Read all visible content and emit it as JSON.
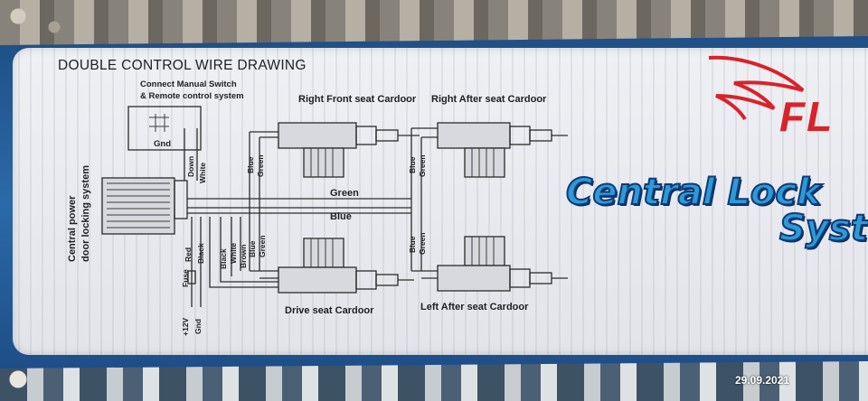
{
  "diagram": {
    "title": "DOUBLE CONTROL WIRE DRAWING",
    "switch_note_line1": "Connect Manual Switch",
    "switch_note_line2": "& Remote control system",
    "gnd_label": "Gnd",
    "controller_label_line1": "Central power",
    "controller_label_line2": "door locking system",
    "front_right_label": "Right Front seat Cardoor",
    "rear_right_label": "Right After seat Cardoor",
    "driver_label": "Drive seat Cardoor",
    "rear_left_label": "Left After seat Cardoor",
    "bus_green": "Green",
    "bus_blue": "Blue",
    "wire_colors": {
      "down": "Down",
      "white": "White",
      "blue": "Blue",
      "green": "Green",
      "red": "Red",
      "black": "Black",
      "brown": "Brown"
    },
    "fuse_label": "Fuse",
    "power_plus": "+12V",
    "power_gnd": "Gnd"
  },
  "packaging": {
    "brand": "FL",
    "product_line1": "Central Lock",
    "product_line2": "Syst",
    "colors": {
      "brand_red": "#d9222a",
      "product_blue": "#2d9ad6",
      "box_blue": "#2b6aa8"
    }
  },
  "overlay": {
    "timestamp": "29.09.2021"
  }
}
